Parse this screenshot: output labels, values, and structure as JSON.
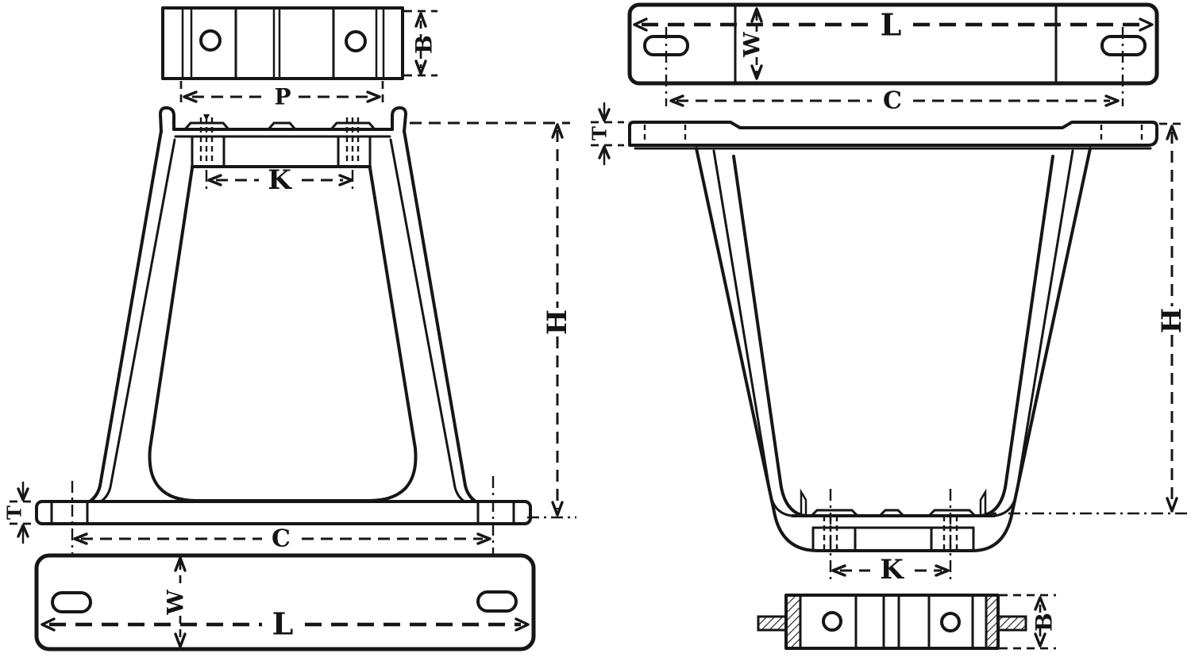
{
  "drawing": {
    "description": "Two-view engineering line drawing of a cast bearing pedestal (hanger frame) with bearing cap and base plate, annotated with letter dimensions",
    "left_view": {
      "dims": {
        "cap_height": "B",
        "seat_width": "P",
        "bolt_spacing": "K",
        "height": "H",
        "bolt_spread": "C",
        "flange_thickness": "T",
        "plate_width": "W",
        "plate_length": "L"
      }
    },
    "right_view": {
      "dims": {
        "plate_length": "L",
        "plate_width": "W",
        "bolt_spread": "C",
        "flange_thickness": "T",
        "height": "H",
        "bolt_spacing": "K",
        "cap_height": "B"
      }
    }
  }
}
